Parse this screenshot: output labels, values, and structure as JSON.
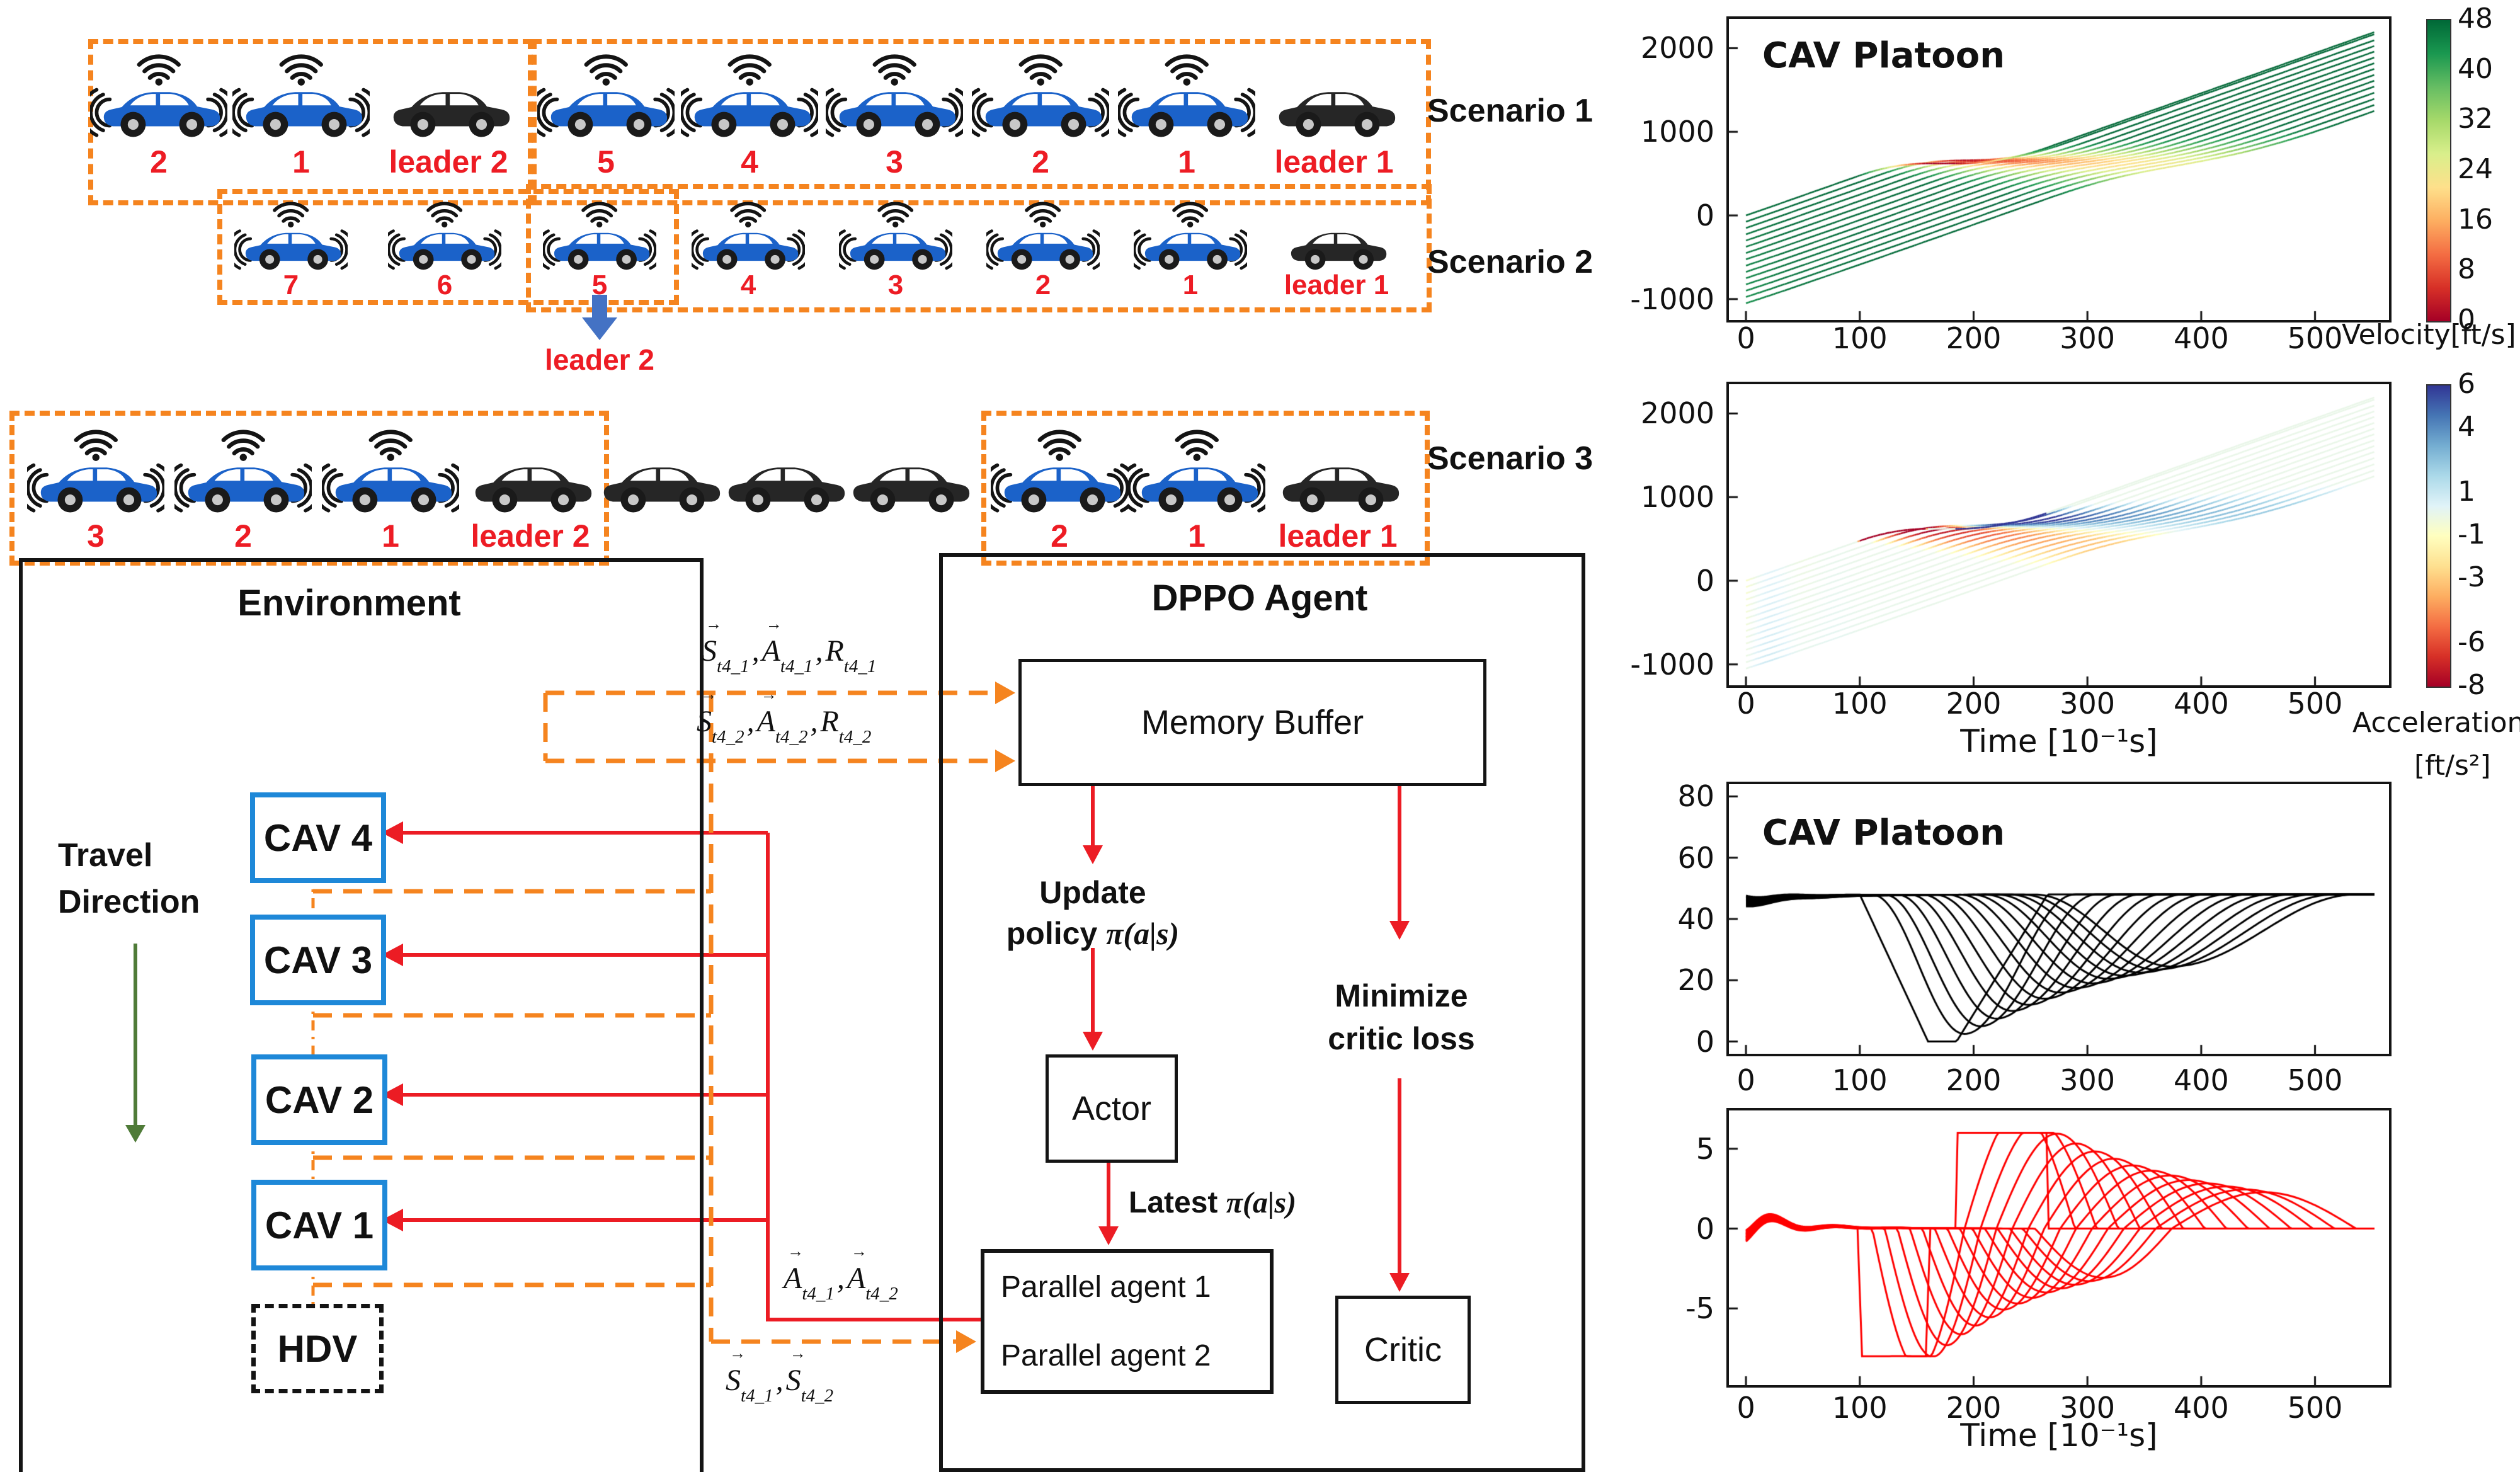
{
  "colors": {
    "orange": "#F5841F",
    "red": "#EC1C24",
    "red_label": "#ED1C24",
    "blue_car": "#1B62C9",
    "black_car": "#262626",
    "cav_border": "#1E88D8",
    "green": "#4F7B38",
    "arrow_blue": "#4472C4",
    "chart_line_black": "#000000",
    "chart_line_red": "#FF0000"
  },
  "scenarios": [
    {
      "label": "Scenario 1",
      "cars": [
        {
          "label": "2",
          "type": "cav"
        },
        {
          "label": "1",
          "type": "cav"
        },
        {
          "label": "leader 2",
          "type": "leader"
        },
        {
          "label": "5",
          "type": "cav"
        },
        {
          "label": "4",
          "type": "cav"
        },
        {
          "label": "3",
          "type": "cav"
        },
        {
          "label": "2",
          "type": "cav"
        },
        {
          "label": "1",
          "type": "cav"
        },
        {
          "label": "leader 1",
          "type": "leader"
        }
      ]
    },
    {
      "label": "Scenario 2",
      "callout": "leader 2",
      "callout_car_index": 2,
      "cars": [
        {
          "label": "7",
          "type": "cav"
        },
        {
          "label": "6",
          "type": "cav"
        },
        {
          "label": "5",
          "type": "cav"
        },
        {
          "label": "4",
          "type": "cav"
        },
        {
          "label": "3",
          "type": "cav"
        },
        {
          "label": "2",
          "type": "cav"
        },
        {
          "label": "1",
          "type": "cav"
        },
        {
          "label": "leader 1",
          "type": "leader"
        }
      ]
    },
    {
      "label": "Scenario 3",
      "cars": [
        {
          "label": "3",
          "type": "cav"
        },
        {
          "label": "2",
          "type": "cav"
        },
        {
          "label": "1",
          "type": "cav"
        },
        {
          "label": "leader 2",
          "type": "leader"
        },
        {
          "label": "",
          "type": "hdv"
        },
        {
          "label": "",
          "type": "hdv"
        },
        {
          "label": "",
          "type": "hdv"
        },
        {
          "label": "2",
          "type": "cav"
        },
        {
          "label": "1",
          "type": "cav"
        },
        {
          "label": "leader 1",
          "type": "leader"
        }
      ]
    }
  ],
  "diagram": {
    "environment": {
      "title": "Environment",
      "travel_line1": "Travel",
      "travel_line2": "Direction",
      "nodes": [
        "CAV 4",
        "CAV 3",
        "CAV 2",
        "CAV 1",
        "HDV"
      ]
    },
    "dppo": {
      "title": "DPPO Agent",
      "memory": "Memory Buffer",
      "update_line1": "Update",
      "update_line2": "policy ",
      "update_math": "π(a|s)",
      "actor": "Actor",
      "latest": "Latest ",
      "latest_math": "π(a|s)",
      "parallel": [
        "Parallel agent 1",
        "Parallel agent 2"
      ],
      "minimize_line1": "Minimize",
      "minimize_line2": "critic loss",
      "critic": "Critic"
    },
    "flows": {
      "sar1": [
        {
          "b": "S",
          "vec": true,
          "sup": "t",
          "sub": "4_1"
        },
        {
          "b": "A",
          "vec": true,
          "sup": "t",
          "sub": "4_1"
        },
        {
          "b": "R",
          "vec": false,
          "sup": "t",
          "sub": "4_1"
        }
      ],
      "sar2": [
        {
          "b": "S",
          "vec": true,
          "sup": "t",
          "sub": "4_2"
        },
        {
          "b": "A",
          "vec": true,
          "sup": "t",
          "sub": "4_2"
        },
        {
          "b": "R",
          "vec": false,
          "sup": "t",
          "sub": "4_2"
        }
      ],
      "a12": [
        {
          "b": "A",
          "vec": true,
          "sup": "t",
          "sub": "4_1"
        },
        {
          "b": "A",
          "vec": true,
          "sup": "t",
          "sub": "4_2"
        }
      ],
      "s12": [
        {
          "b": "S",
          "vec": true,
          "sup": "t",
          "sub": "4_1"
        },
        {
          "b": "S",
          "vec": true,
          "sup": "t",
          "sub": "4_2"
        }
      ]
    }
  },
  "chart_data": [
    {
      "type": "line",
      "id": "c1",
      "title": "CAV Platoon",
      "description": "Time-space trajectories of 15 platoon vehicles, colored by velocity",
      "x_ticks": [
        0,
        100,
        200,
        300,
        400,
        500
      ],
      "y_ticks": [
        -1000,
        0,
        1000,
        2000
      ],
      "xlim": [
        -15,
        565
      ],
      "ylim": [
        -1250,
        2350
      ],
      "series": "position",
      "color_by": "velocity",
      "colorbar": {
        "label": "Velocity[ft/s]",
        "ticks": [
          48,
          40,
          32,
          24,
          16,
          8,
          0
        ],
        "min": 0,
        "max": 48,
        "colormap": "RdYlGn"
      }
    },
    {
      "type": "line",
      "id": "c2",
      "xlabel": "Time [10⁻¹s]",
      "description": "Time-space trajectories of 15 platoon vehicles, colored by acceleration",
      "x_ticks": [
        0,
        100,
        200,
        300,
        400,
        500
      ],
      "y_ticks": [
        -1000,
        0,
        1000,
        2000
      ],
      "xlim": [
        -15,
        565
      ],
      "ylim": [
        -1250,
        2350
      ],
      "series": "position",
      "color_by": "acceleration",
      "colorbar": {
        "label1": "Acceleration",
        "label2": "[ft/s²]",
        "ticks": [
          6,
          4,
          1,
          -1,
          -3,
          -6,
          -8
        ],
        "min": -8,
        "max": 6,
        "colormap": "RdYlBu"
      }
    },
    {
      "type": "line",
      "id": "c3",
      "title": "CAV Platoon",
      "description": "Speed profiles of the 15 vehicles (ft/s) vs time",
      "x_ticks": [
        0,
        100,
        200,
        300,
        400,
        500
      ],
      "y_ticks": [
        0,
        20,
        40,
        60,
        80
      ],
      "xlim": [
        -15,
        565
      ],
      "ylim": [
        -4,
        84
      ],
      "series": "velocity",
      "line_color": "#000000"
    },
    {
      "type": "line",
      "id": "c4",
      "xlabel": "Time [10⁻¹s]",
      "description": "Acceleration profiles of the 15 vehicles (ft/s²) vs time",
      "x_ticks": [
        0,
        100,
        200,
        300,
        400,
        500
      ],
      "y_ticks": [
        -5,
        0,
        5
      ],
      "xlim": [
        -15,
        565
      ],
      "ylim": [
        -9.8,
        7.4
      ],
      "series": "acceleration",
      "line_color": "#FF0000"
    }
  ],
  "simulation": {
    "n_vehicles": 15,
    "initial_spacing_ft": 75,
    "cruise_speed_ftps": 48,
    "leader": {
      "brake_start": 100,
      "stop_at": 160,
      "hold_until": 185,
      "back_to_cruise": 265,
      "brake_decel": -8,
      "accel": 6
    },
    "followers": {
      "decel_start": [
        111,
        122,
        133,
        144,
        155,
        166,
        177,
        188,
        199,
        210,
        221,
        232,
        243,
        254
      ],
      "min_speed_time": [
        192,
        206,
        220,
        234,
        248,
        262,
        276,
        290,
        304,
        318,
        332,
        346,
        360,
        374
      ],
      "recover_time": [
        289,
        308,
        327,
        346,
        365,
        384,
        403,
        422,
        441,
        460,
        479,
        498,
        517,
        536
      ],
      "min_speed": [
        2.5,
        5,
        7.5,
        10,
        12,
        14,
        16,
        17.5,
        19,
        20.5,
        21.5,
        22.5,
        23.5,
        24.5
      ]
    }
  }
}
